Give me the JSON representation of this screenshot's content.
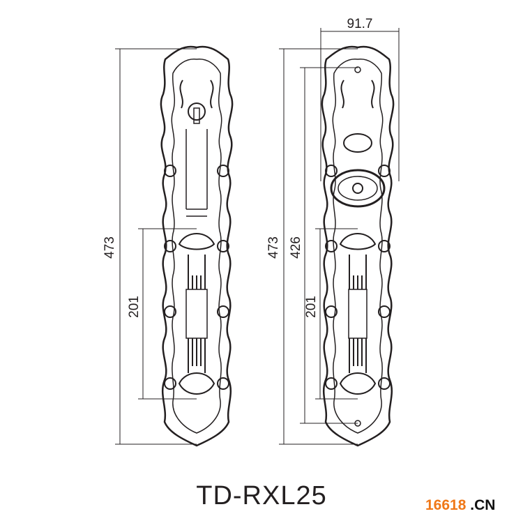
{
  "model": "TD-RXL25",
  "dimensions": {
    "left_total_height": "473",
    "left_handle_spacing": "201",
    "right_total_height": "473",
    "right_hole_spacing": "426",
    "right_handle_spacing": "201",
    "right_width": "91.7"
  },
  "watermark": {
    "number": "16618",
    "suffix": ".CN"
  },
  "colors": {
    "line": "#231f20",
    "watermark_orange": "#f07818"
  }
}
